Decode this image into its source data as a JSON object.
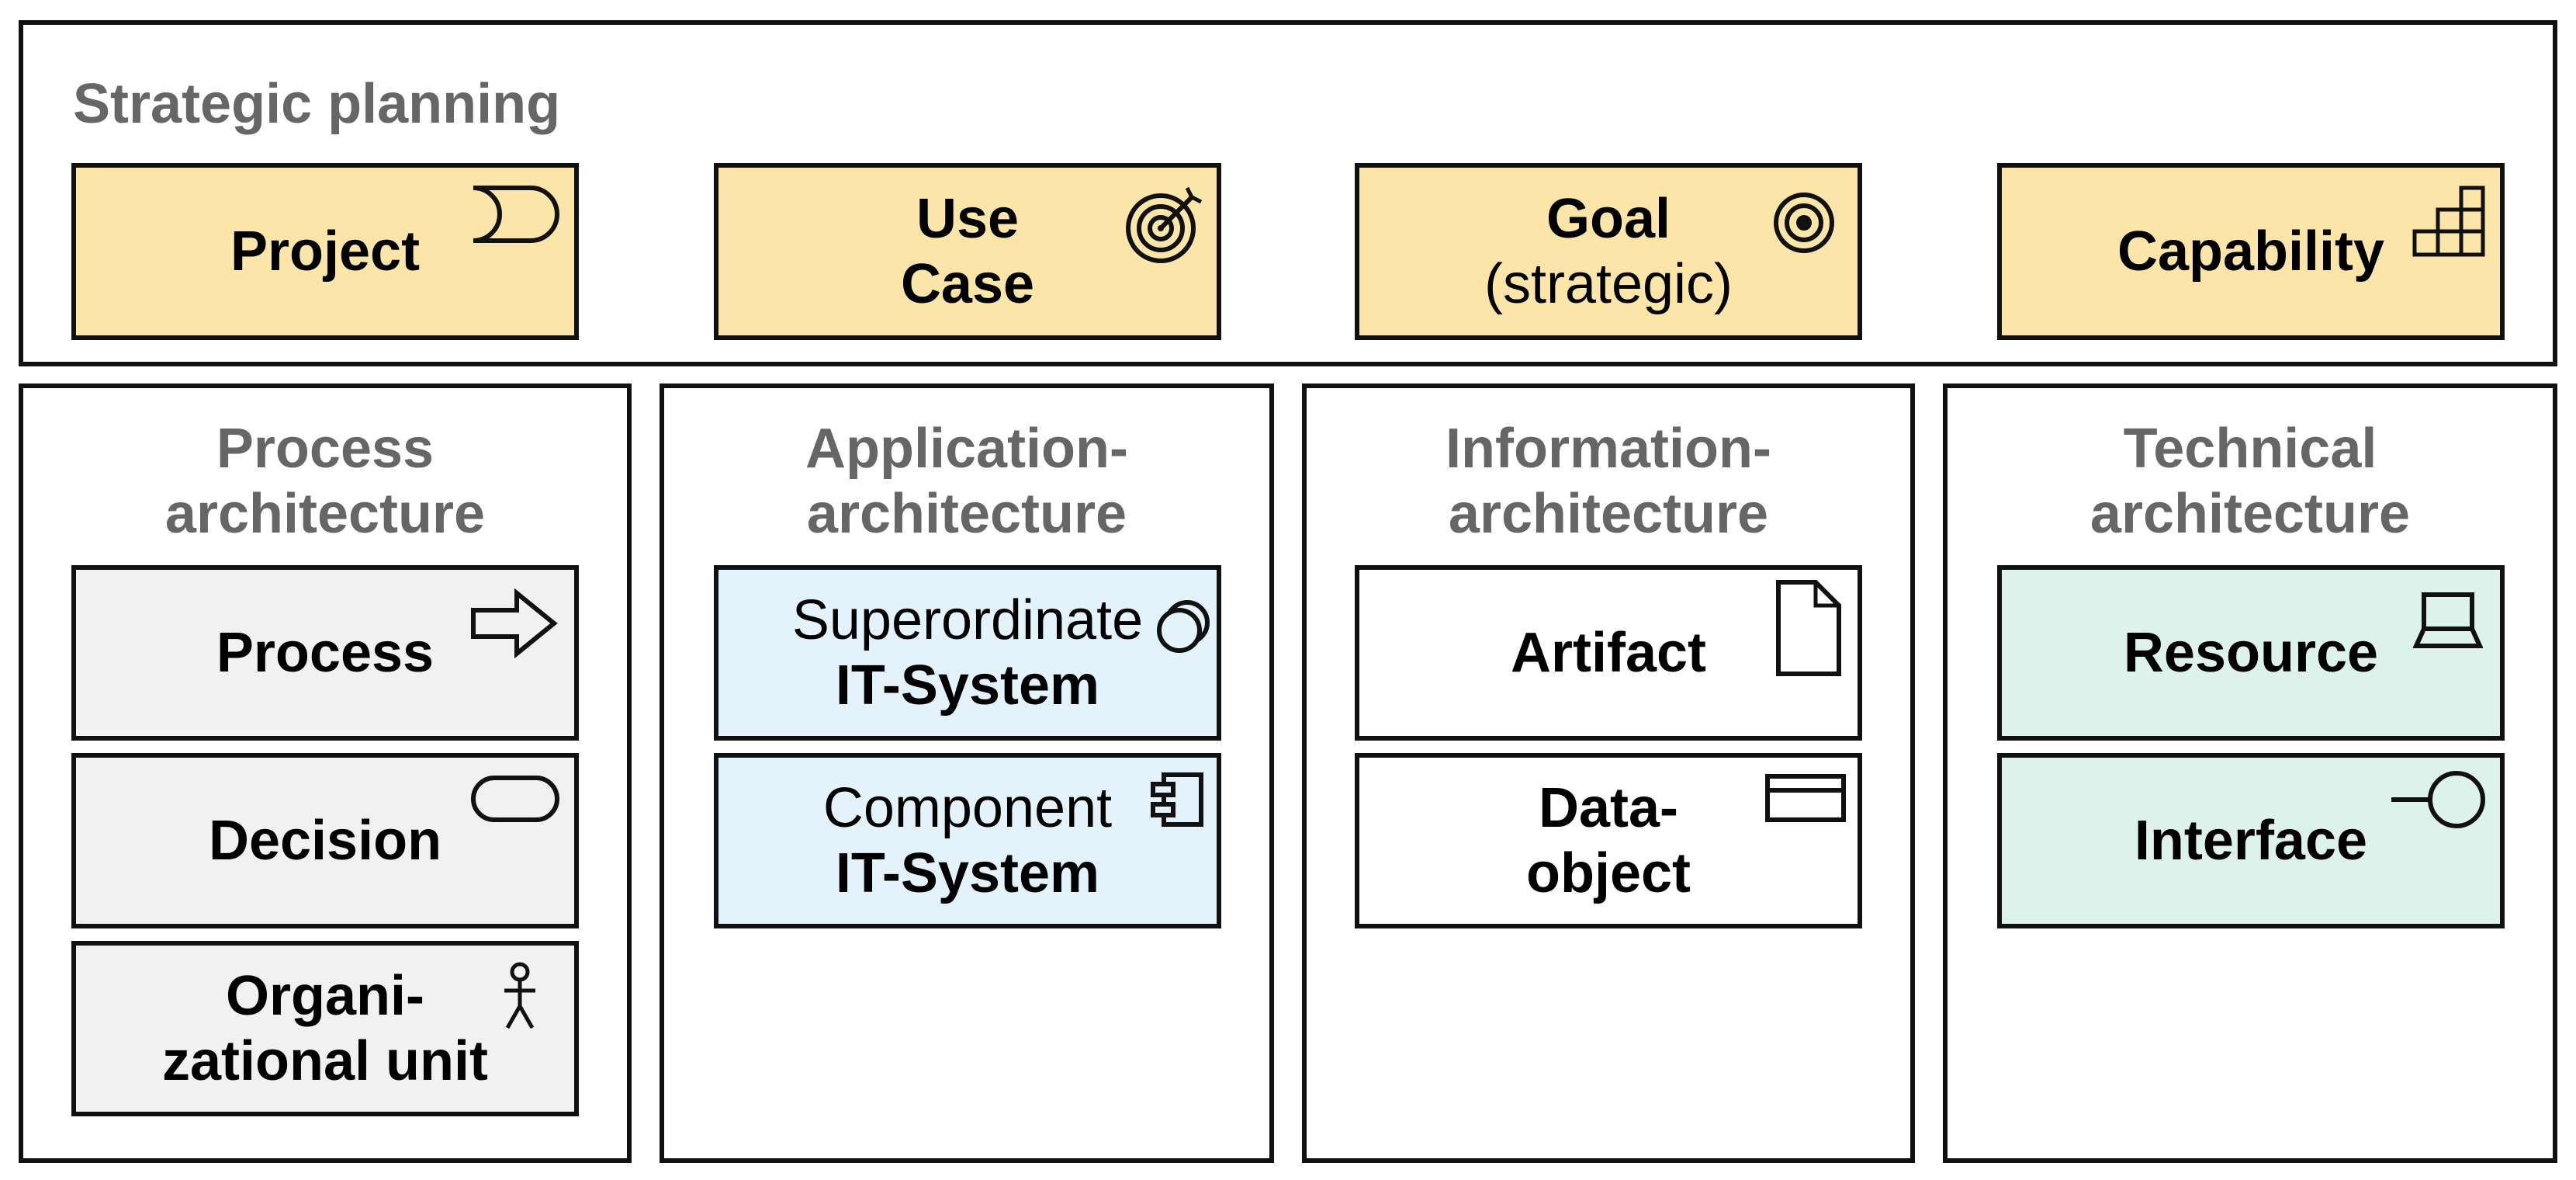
{
  "strategic": {
    "title": "Strategic planning",
    "items": [
      {
        "lines": [
          "Project"
        ],
        "icon": "project-icon"
      },
      {
        "lines": [
          "Use",
          "Case"
        ],
        "icon": "target-icon"
      },
      {
        "lines": [
          "Goal",
          "(strategic)"
        ],
        "icon": "goal-icon"
      },
      {
        "lines": [
          "Capability"
        ],
        "icon": "capability-icon"
      }
    ]
  },
  "columns": [
    {
      "title": [
        "Process",
        "architecture"
      ],
      "items": [
        {
          "lines": [
            "Process"
          ],
          "icon": "arrow-right-icon"
        },
        {
          "lines": [
            "Decision"
          ],
          "icon": "rounded-rect-icon"
        },
        {
          "lines": [
            "Organi-",
            "zational unit"
          ],
          "icon": "person-icon"
        }
      ]
    },
    {
      "title": [
        "Application-",
        "architecture"
      ],
      "items": [
        {
          "lines": [
            "Superordinate",
            "IT-System"
          ],
          "icon": "system-icon"
        },
        {
          "lines": [
            "Component",
            "IT-System"
          ],
          "icon": "component-icon"
        }
      ]
    },
    {
      "title": [
        "Information-",
        "architecture"
      ],
      "items": [
        {
          "lines": [
            "Artifact"
          ],
          "icon": "document-icon"
        },
        {
          "lines": [
            "Data-",
            "object"
          ],
          "icon": "data-object-icon"
        }
      ]
    },
    {
      "title": [
        "Technical",
        "architecture"
      ],
      "items": [
        {
          "lines": [
            "Resource"
          ],
          "icon": "laptop-icon"
        },
        {
          "lines": [
            "Interface"
          ],
          "icon": "interface-icon"
        }
      ]
    }
  ],
  "colors": {
    "strategic": "#fbe5a8",
    "process": "#f1f1f1",
    "application": "#e4f3fb",
    "information": "#ffffff",
    "technical": "#dcf2ea"
  }
}
